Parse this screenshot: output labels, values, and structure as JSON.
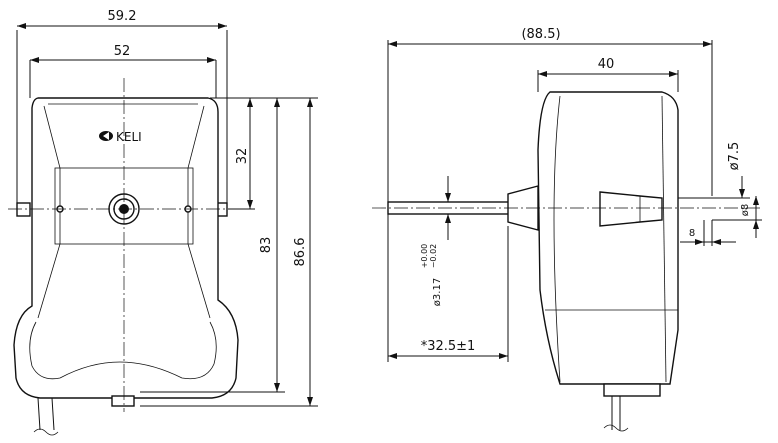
{
  "front_view": {
    "brand_label": "KELI",
    "dimensions": {
      "overall_width": "59.2",
      "body_width": "52",
      "mount_offset": "32",
      "height_to_base": "83",
      "overall_height": "86.6"
    }
  },
  "side_view": {
    "dimensions": {
      "overall_length": "(88.5)",
      "body_depth": "40",
      "boss_dia_small": "ø7.5",
      "boss_dia_large": "ø8",
      "boss_length": "8",
      "shaft_dia": "ø3.17",
      "shaft_tol_upper": "+0.00",
      "shaft_tol_lower": "−0.02",
      "shaft_length": "*32.5±1"
    }
  }
}
